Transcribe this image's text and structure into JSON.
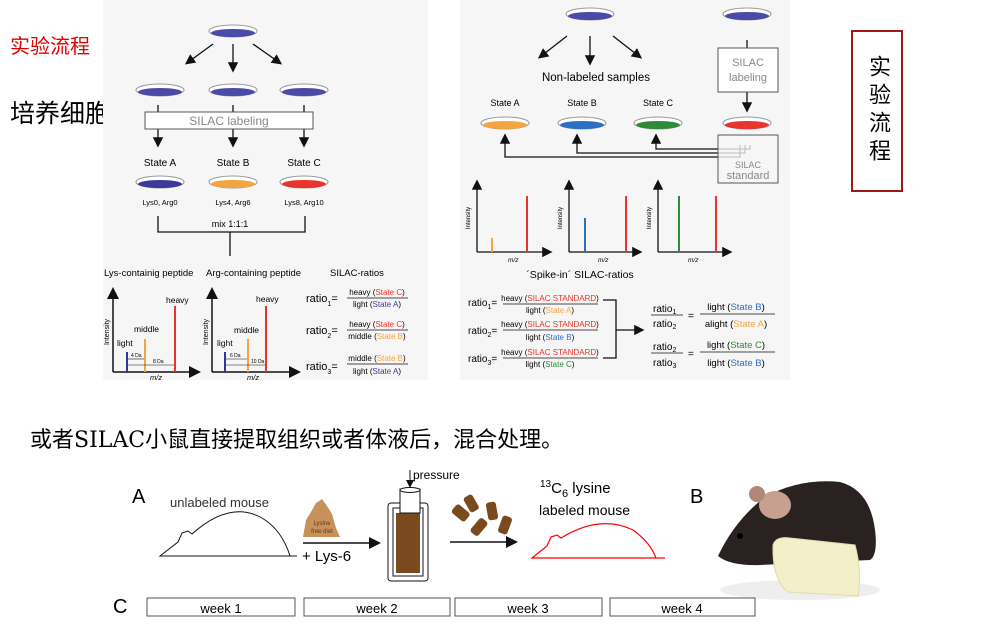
{
  "slide": {
    "title": "实验流程",
    "subtitle": "培养细胞",
    "side_box": "实验流程",
    "mouse_text": "或者SILAC小鼠直接提取组织或者体液后，混合处理。"
  },
  "left_diagram": {
    "labeling": "SILAC labeling",
    "states": [
      {
        "name": "State A",
        "label": "Lys0, Arg0",
        "color": "#3b3b9a"
      },
      {
        "name": "State B",
        "label": "Lys4, Arg6",
        "color": "#f5a442"
      },
      {
        "name": "State C",
        "label": "Lys8, Arg10",
        "color": "#e8342a"
      }
    ],
    "mix": "mix 1:1:1",
    "graph1_title": "Lys-containig peptide",
    "graph2_title": "Arg-containing peptide",
    "ratios_title": "SILAC-ratios",
    "intensity": "Intensity",
    "mz": "m/z",
    "light": "light",
    "middle": "middle",
    "heavy": "heavy",
    "g1_d1": "4 Da",
    "g1_d2": "8 Da",
    "g2_d1": "6 Da",
    "g2_d2": "10 Da",
    "ratios": [
      {
        "label": "ratio",
        "sub": "1",
        "num": "heavy",
        "num_state": "State C",
        "den": "light",
        "den_state": "State A"
      },
      {
        "label": "ratio",
        "sub": "2",
        "num": "heavy",
        "num_state": "State C",
        "den": "middle",
        "den_state": "State B"
      },
      {
        "label": "ratio",
        "sub": "3",
        "num": "middle",
        "num_state": "State B",
        "den": "light",
        "den_state": "State A"
      }
    ]
  },
  "right_diagram": {
    "non_labeled": "Non-labeled samples",
    "states": [
      "State A",
      "State B",
      "State C"
    ],
    "silac_labeling_1": "SILAC",
    "silac_labeling_2": "labeling",
    "silac_standard_1": "SILAC",
    "silac_standard_2": "standard",
    "intensity": "Intensity",
    "mz": "m/z",
    "spike_title": "´Spike-in´ SILAC-ratios",
    "ratios": [
      {
        "label": "ratio",
        "sub": "1",
        "num": "heavy",
        "num_state": "SILAC STANDARD",
        "den": "light",
        "den_state": "State A"
      },
      {
        "label": "ratio",
        "sub": "2",
        "num": "heavy",
        "num_state": "SILAC STANDARD",
        "den": "light",
        "den_state": "State B"
      },
      {
        "label": "ratio",
        "sub": "3",
        "num": "heavy",
        "num_state": "SILAC STANDARD",
        "den": "light",
        "den_state": "State C"
      }
    ],
    "results": [
      {
        "a": "ratio",
        "as": "1",
        "b": "ratio",
        "bs": "2",
        "num": "light",
        "num_state": "State B",
        "den": "alight",
        "den_state": "State A"
      },
      {
        "a": "ratio",
        "as": "2",
        "b": "ratio",
        "bs": "3",
        "num": "light",
        "num_state": "State C",
        "den": "light",
        "den_state": "State B"
      }
    ]
  },
  "mouse_diagram": {
    "label_a": "A",
    "label_b": "B",
    "label_c": "C",
    "unlabeled": "unlabeled mouse",
    "diet_1": "Lysine",
    "diet_2": "free diet",
    "lys6": "+ Lys-6",
    "pressure": "pressure",
    "iso_mass": "13",
    "iso_el": "C",
    "iso_sub": "6",
    "iso_name": "lysine",
    "labeled": "labeled mouse",
    "weeks": [
      "week 1",
      "week 2",
      "week 3",
      "week 4"
    ]
  },
  "colors": {
    "red": "#e8342a",
    "orange": "#f5a442",
    "blue": "#2d6fc4",
    "green": "#2e8b3a",
    "purple": "#4a4aa8",
    "brown": "#7a4a1e"
  }
}
